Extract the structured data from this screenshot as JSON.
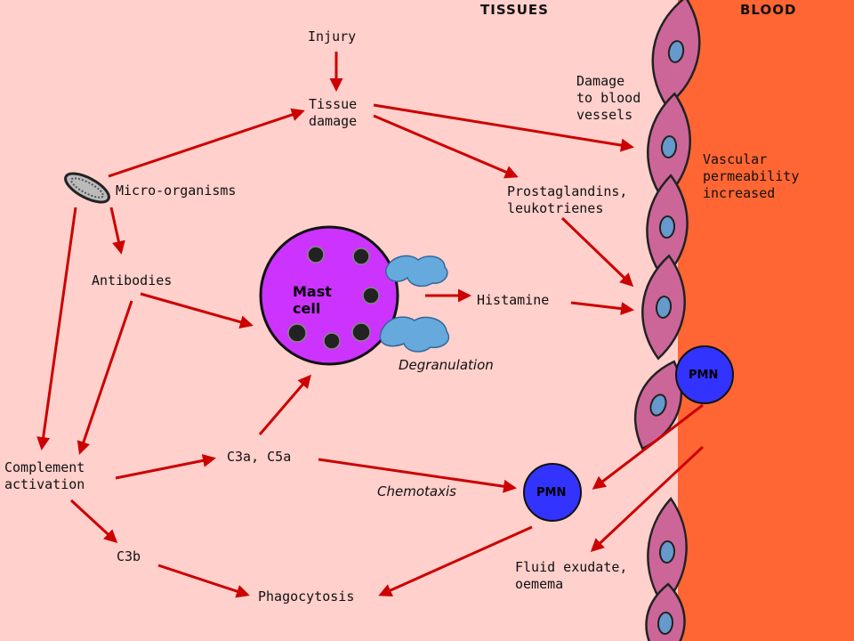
{
  "regions": {
    "tissues_label": "TISSUES",
    "blood_label": "BLOOD"
  },
  "labels": {
    "injury": "Injury",
    "tissue_damage": "Tissue\ndamage",
    "micro_organisms": "Micro-organisms",
    "damage_vessels": "Damage\nto blood\nvessels",
    "vascular_permeability": "Vascular\npermeability\nincreased",
    "prostaglandins": "Prostaglandins,\nleukotrienes",
    "antibodies": "Antibodies",
    "mast_cell": "Mast\ncell",
    "histamine": "Histamine",
    "degranulation": "Degranulation",
    "complement_activation": "Complement\nactivation",
    "c3a_c5a": "C3a, C5a",
    "chemotaxis": "Chemotaxis",
    "pmn": "PMN",
    "c3b": "C3b",
    "phagocytosis": "Phagocytosis",
    "fluid_exudate": "Fluid exudate,\noemema"
  },
  "colors": {
    "tissue_background": "#ffd0cc",
    "blood_background": "#ff6633",
    "arrow": "#cc0000",
    "mast_cell": "#cc33ff",
    "pmn": "#3333ff",
    "endothelial_cell": "#cc6699",
    "nucleus": "#6699cc",
    "granule": "#222222",
    "degranulation_blob": "#66aadd"
  }
}
